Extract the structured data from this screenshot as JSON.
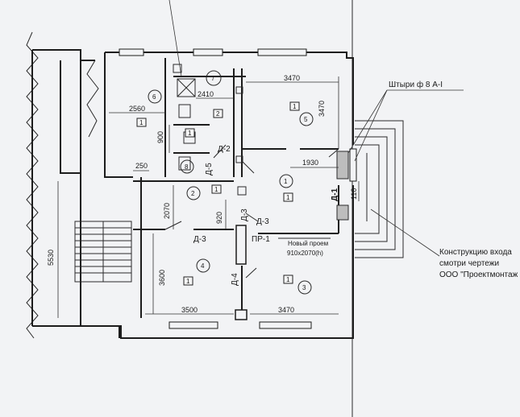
{
  "dimensions": {
    "d3470_top": "3470",
    "d2410": "2410",
    "d2560": "2560",
    "d3470_right": "3470",
    "d900": "900",
    "d250": "250",
    "d1930": "1930",
    "d2070": "2070",
    "d920": "920",
    "d5530": "5530",
    "d3600": "3600",
    "d3500": "3500",
    "d3470_bottom": "3470",
    "d110": "110"
  },
  "doors": {
    "d2": "Д-2",
    "d5": "Д-5",
    "d3a": "Д-3",
    "d3b": "Д-3",
    "d3c": "Д-3",
    "d4": "Д-4",
    "d1": "Д-1"
  },
  "rooms": [
    {
      "num": "1",
      "mark": "1"
    },
    {
      "num": "2",
      "mark": "1"
    },
    {
      "num": "3",
      "mark": "1"
    },
    {
      "num": "4",
      "mark": "1"
    },
    {
      "num": "5",
      "mark": "1"
    },
    {
      "num": "6",
      "mark": "1"
    },
    {
      "num": "7",
      "mark": "2"
    },
    {
      "num": "8",
      "mark": "1"
    }
  ],
  "annotations": {
    "pr1": "ПР-1",
    "new_opening": "Новый проем",
    "opening_size": "910x2070(h)",
    "pins": "Штыри ф 8 А-I",
    "entrance_line1": "Конструкцию входа",
    "entrance_line2": "смотри чертежи",
    "entrance_line3": "ООО \"Проектмонтаж"
  }
}
